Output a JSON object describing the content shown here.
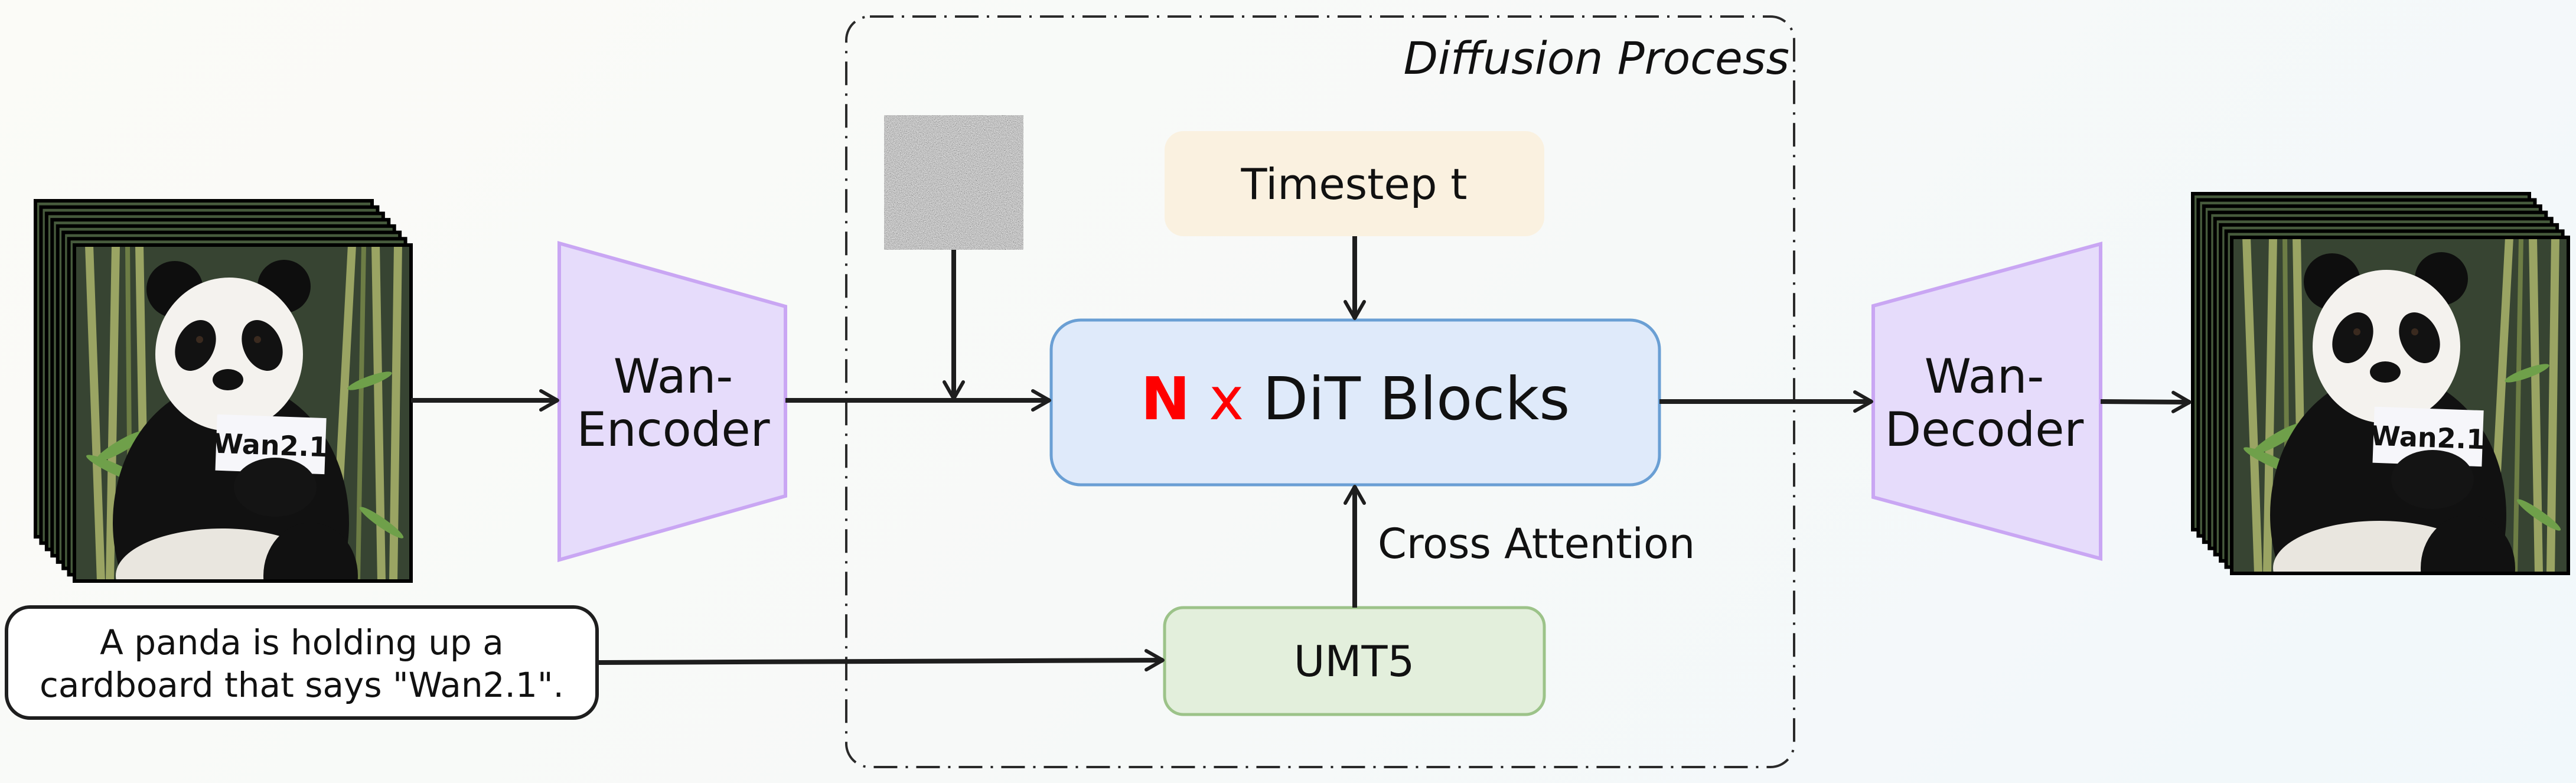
{
  "diagram": {
    "diffusion_group_label": "Diffusion Process",
    "encoder": {
      "line1": "Wan-",
      "line2": "Encoder"
    },
    "decoder": {
      "line1": "Wan-",
      "line2": "Decoder"
    },
    "timestep": "Timestep t",
    "dit": {
      "n": "N",
      "x": "x",
      "label": "DiT Blocks"
    },
    "cross_attention": "Cross Attention",
    "text_encoder": "UMT5",
    "prompt": {
      "line1": "A panda is holding up a",
      "line2": "cardboard that says \"Wan2.1\"."
    },
    "image_sign_text": "Wan2.1",
    "colors": {
      "encoder_fill": "#e6dcfb",
      "encoder_stroke": "#c9a6f3",
      "timestep_fill": "#faf1e0",
      "dit_fill": "#dfeafa",
      "dit_stroke": "#6a9fd4",
      "umt5_fill": "#e3efdc",
      "umt5_stroke": "#9cc389",
      "accent_red": "#ff0000"
    }
  }
}
